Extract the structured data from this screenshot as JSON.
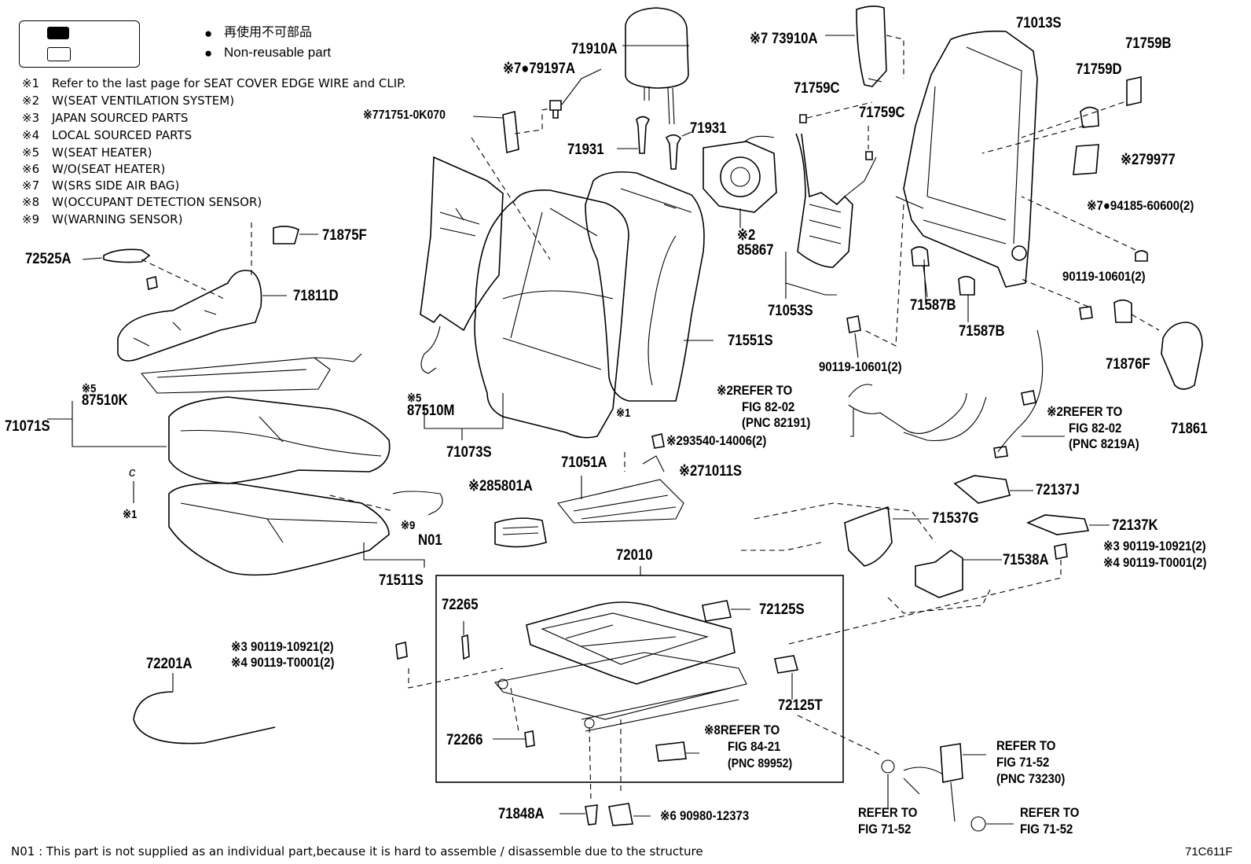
{
  "legend": {
    "marker": "●",
    "jp_text": "再使用不可部品",
    "en_text": "Non-reusable part"
  },
  "notes": [
    {
      "mark": "※1",
      "text": "Refer to the last page for SEAT COVER EDGE WIRE and CLIP."
    },
    {
      "mark": "※2",
      "text": "W(SEAT VENTILATION SYSTEM)"
    },
    {
      "mark": "※3",
      "text": "JAPAN SOURCED PARTS"
    },
    {
      "mark": "※4",
      "text": "LOCAL SOURCED PARTS"
    },
    {
      "mark": "※5",
      "text": "W(SEAT HEATER)"
    },
    {
      "mark": "※6",
      "text": "W/O(SEAT HEATER)"
    },
    {
      "mark": "※7",
      "text": "W(SRS SIDE AIR BAG)"
    },
    {
      "mark": "※8",
      "text": "W(OCCUPANT DETECTION SENSOR)"
    },
    {
      "mark": "※9",
      "text": "W(WARNING SENSOR)"
    }
  ],
  "parts": {
    "p71910A": "71910A",
    "p79197A": "※7●79197A",
    "p71751": "※771751-0K070",
    "p71931a": "71931",
    "p71931b": "71931",
    "p73910A": "※7 73910A",
    "p71013S": "71013S",
    "p71759B": "71759B",
    "p71759C1": "71759C",
    "p71759C2": "71759C",
    "p71759D": "71759D",
    "p79977": "※279977",
    "p94185": "※7●94185-60600(2)",
    "p85867mark": "※2",
    "p85867": "85867",
    "p71875F": "71875F",
    "p72525A": "72525A",
    "p71811D": "71811D",
    "p71053S": "71053S",
    "p71587B1": "71587B",
    "p71587B2": "71587B",
    "p90119_1": "90119-10601(2)",
    "p90119_2": "90119-10601(2)",
    "p71551S": "71551S",
    "p71876F": "71876F",
    "p71861": "71861",
    "p87510Kmark": "※5",
    "p87510K": "87510K",
    "p71071S": "71071S",
    "p87510Mmark": "※5",
    "p87510M": "87510M",
    "p71073S": "71073S",
    "p_mark1a": "※1",
    "p_mark1b": "※1",
    "p_clip": "c",
    "p293540": "※293540-14006(2)",
    "p71011S": "※271011S",
    "p71051A": "71051A",
    "p85801A": "※285801A",
    "p_ref8202a_1": "※2REFER TO",
    "p_ref8202a_2": "FIG 82-02",
    "p_ref8202a_3": "(PNC 82191)",
    "p_ref8202b_1": "※2REFER TO",
    "p_ref8202b_2": "FIG 82-02",
    "p_ref8202b_3": "(PNC 8219A)",
    "p72137J": "72137J",
    "p71537G": "71537G",
    "p72137K": "72137K",
    "p90119_10921_r": "※3 90119-10921(2)",
    "p90119_T0001_r": "※4 90119-T0001(2)",
    "p71538A": "71538A",
    "pN01mark": "※9",
    "pN01": "N01",
    "p71511S": "71511S",
    "p72010": "72010",
    "p72265": "72265",
    "p72125S": "72125S",
    "p72201A": "72201A",
    "p90119_10921_l": "※3 90119-10921(2)",
    "p90119_T0001_l": "※4 90119-T0001(2)",
    "p72125T": "72125T",
    "p72266": "72266",
    "p_ref8421_1": "※8REFER TO",
    "p_ref8421_2": "FIG 84-21",
    "p_ref8421_3": "(PNC 89952)",
    "p_ref7152a_1": "REFER TO",
    "p_ref7152a_2": "FIG 71-52",
    "p_ref7152a_3": "(PNC 73230)",
    "p_ref7152b_1": "REFER TO",
    "p_ref7152b_2": "FIG 71-52",
    "p_ref7152c_1": "REFER TO",
    "p_ref7152c_2": "FIG 71-52",
    "p71848A": "71848A",
    "p90980": "※6 90980-12373"
  },
  "footer": {
    "note": "N01 : This part is not supplied as an individual part,because it is hard to assemble / disassemble due to the structure",
    "figure_code": "71C611F"
  }
}
